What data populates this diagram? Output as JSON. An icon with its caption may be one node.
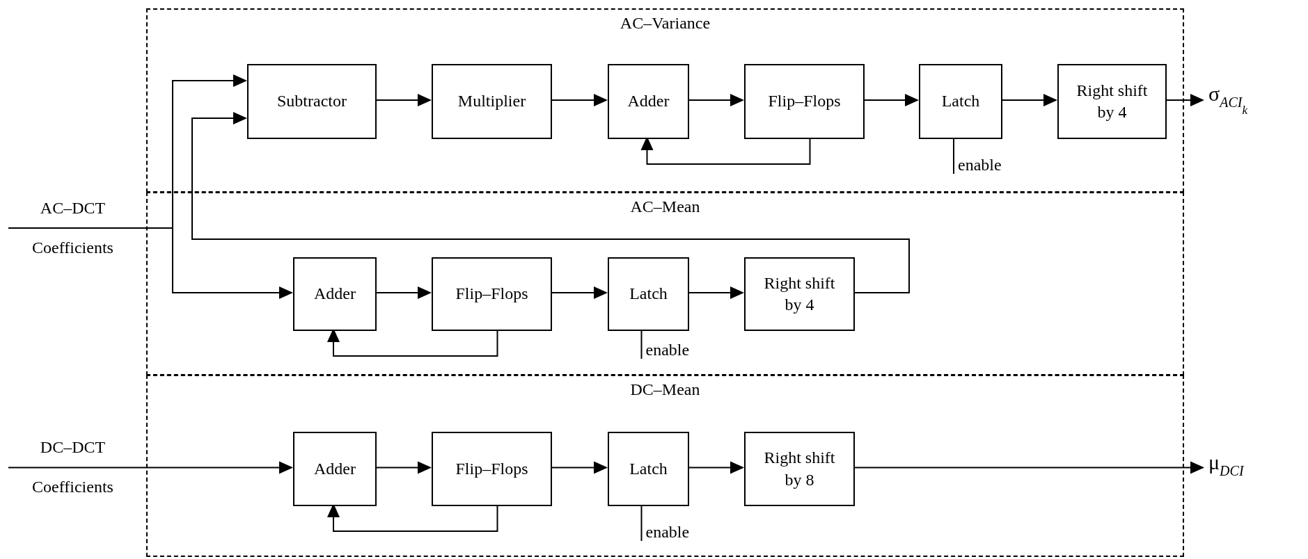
{
  "diagram": {
    "nodes": [
      {
        "text": [
          "AC–Variance"
        ]
      },
      {
        "text": [
          "Subtractor"
        ],
        "in": 0
      },
      {
        "text": [
          "Multiplier"
        ],
        "in": 0
      },
      {
        "text": [
          "Adder"
        ],
        "in": 0
      },
      {
        "text": [
          "Flip–Flops"
        ],
        "in": 0
      },
      {
        "text": [
          "Latch"
        ],
        "in": 0
      },
      {
        "text": [
          "Right shift by 4"
        ],
        "in": 0
      },
      {
        "text": [
          "AC–Mean"
        ]
      },
      {
        "text": [
          "Adder"
        ],
        "in": 7
      },
      {
        "text": [
          "Flip–Flops"
        ],
        "in": 7
      },
      {
        "text": [
          "Latch"
        ],
        "in": 7
      },
      {
        "text": [
          "Right shift by 4"
        ],
        "in": 7
      },
      {
        "text": [
          "DC–Mean"
        ]
      },
      {
        "text": [
          "Adder"
        ],
        "in": 12
      },
      {
        "text": [
          "Flip–Flops"
        ],
        "in": 12
      },
      {
        "text": [
          "Latch"
        ],
        "in": 12
      },
      {
        "text": [
          "Right shift by 8"
        ],
        "in": 12
      },
      {
        "text": [
          "AC–DCT",
          "Coefficients"
        ]
      },
      {
        "text": [
          "DC–DCT",
          "Coefficients"
        ]
      },
      {
        "text": [
          "σ$_{ACI}$$_{k}$"
        ]
      },
      {
        "text": [
          "μ$_{DCI}$"
        ]
      }
    ],
    "edges": [
      {
        "from": 17,
        "to": 1,
        "arrow": "to"
      },
      {
        "from": 17,
        "to": 8,
        "arrow": "to"
      },
      {
        "from": 1,
        "to": 2,
        "arrow": "to"
      },
      {
        "from": 2,
        "to": 3,
        "arrow": "to"
      },
      {
        "from": 3,
        "to": 4,
        "arrow": "to"
      },
      {
        "from": 4,
        "to": 5,
        "arrow": "to"
      },
      {
        "from": 5,
        "to": 6,
        "arrow": "to"
      },
      {
        "from": 6,
        "to": 19,
        "arrow": "to"
      },
      {
        "from": 4,
        "to": 3,
        "arrow": "to"
      },
      {
        "from": 11,
        "to": 1,
        "arrow": "to"
      },
      {
        "from": 8,
        "to": 9,
        "arrow": "to"
      },
      {
        "from": 9,
        "to": 10,
        "arrow": "to"
      },
      {
        "from": 10,
        "to": 11,
        "arrow": "to"
      },
      {
        "from": 9,
        "to": 8,
        "arrow": "to"
      },
      {
        "from": 18,
        "to": 13,
        "arrow": "to"
      },
      {
        "from": 13,
        "to": 14,
        "arrow": "to"
      },
      {
        "from": 14,
        "to": 15,
        "arrow": "to"
      },
      {
        "from": 15,
        "to": 16,
        "arrow": "to"
      },
      {
        "from": 16,
        "to": 20,
        "arrow": "to"
      },
      {
        "from": 14,
        "to": 13,
        "arrow": "to"
      },
      {
        "from": 5,
        "to": null,
        "arrow": "none",
        "label": "enable"
      },
      {
        "from": 10,
        "to": null,
        "arrow": "none",
        "label": "enable"
      },
      {
        "from": 15,
        "to": null,
        "arrow": "none",
        "label": "enable"
      }
    ]
  }
}
